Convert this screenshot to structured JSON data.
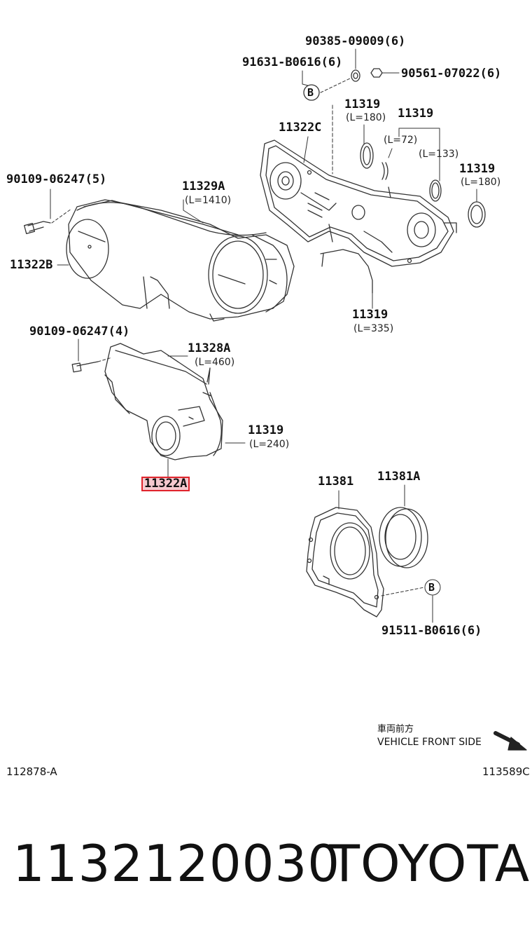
{
  "part_labels": {
    "p90385": "90385-09009(6)",
    "p91631": "91631-B0616(6)",
    "p90561": "90561-07022(6)",
    "p11319_a": "11319",
    "p11319_a_len": "(L=180)",
    "p11319_b": "11319",
    "p11319_b_len1": "(L=72)",
    "p11319_b_len2": "(L=133)",
    "p11322c": "11322C",
    "p11319_c": "11319",
    "p11319_c_len": "(L=180)",
    "p90109_5": "90109-06247(5)",
    "p11329a": "11329A",
    "p11329a_len": "(L=1410)",
    "p11322b": "11322B",
    "p11319_d": "11319",
    "p11319_d_len": "(L=335)",
    "p90109_4": "90109-06247(4)",
    "p11328a": "11328A",
    "p11328a_len": "(L=460)",
    "p11319_e": "11319",
    "p11319_e_len": "(L=240)",
    "p11322a": "11322A",
    "p11381": "11381",
    "p11381a": "11381A",
    "p91511": "91511-B0616(6)",
    "ref_b_top": "B",
    "ref_b_bottom": "B"
  },
  "direction": {
    "jp": "車両前方",
    "en": "VEHICLE FRONT SIDE"
  },
  "codes": {
    "left": "112878-A",
    "right": "113589C"
  },
  "footer": {
    "part_number": "1132120030",
    "brand": "TOYOTA"
  },
  "colors": {
    "line": "#333333",
    "highlight_border": "#e0242c",
    "highlight_fill": "#f6c9cf"
  }
}
